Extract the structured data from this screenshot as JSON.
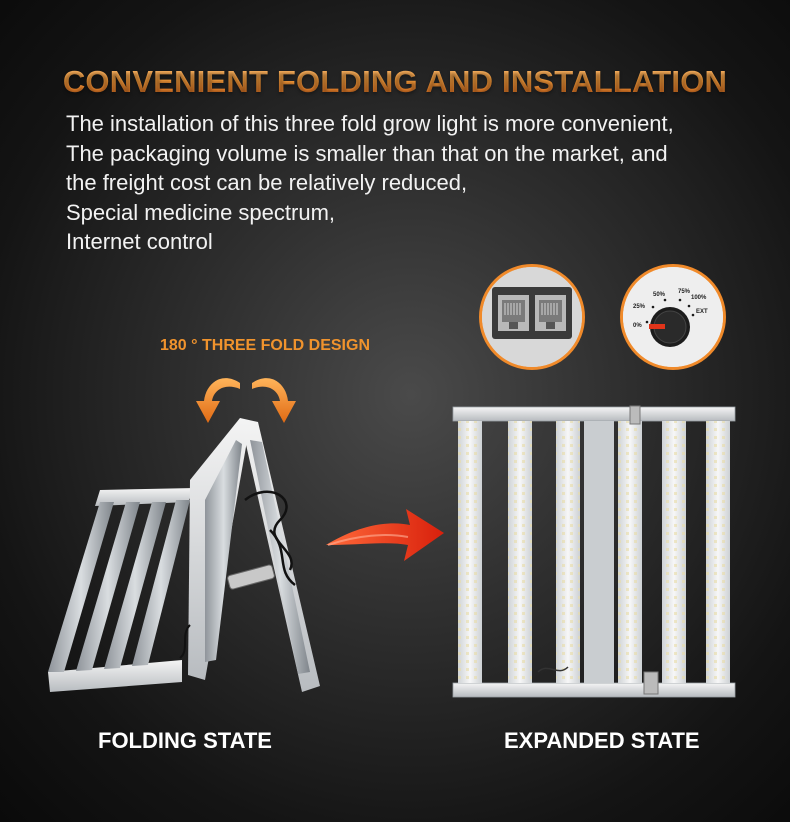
{
  "title": "CONVENIENT FOLDING AND INSTALLATION",
  "description": [
    "The installation of this three fold grow light is more convenient,",
    "The packaging volume is smaller than that on the market, and",
    "the freight cost can be relatively reduced,",
    "Special medicine spectrum,",
    "Internet control"
  ],
  "fold_design_label": "180 ° THREE FOLD DESIGN",
  "folding_state_label": "FOLDING STATE",
  "expanded_state_label": "EXPANDED STATE",
  "dimmer_marks": [
    "50%",
    "75%",
    "100%",
    "25%",
    "EXT",
    "0%"
  ],
  "colors": {
    "accent": "#f08a2a",
    "arrow_red": "#e0341a",
    "background": "#1a1a1a"
  }
}
